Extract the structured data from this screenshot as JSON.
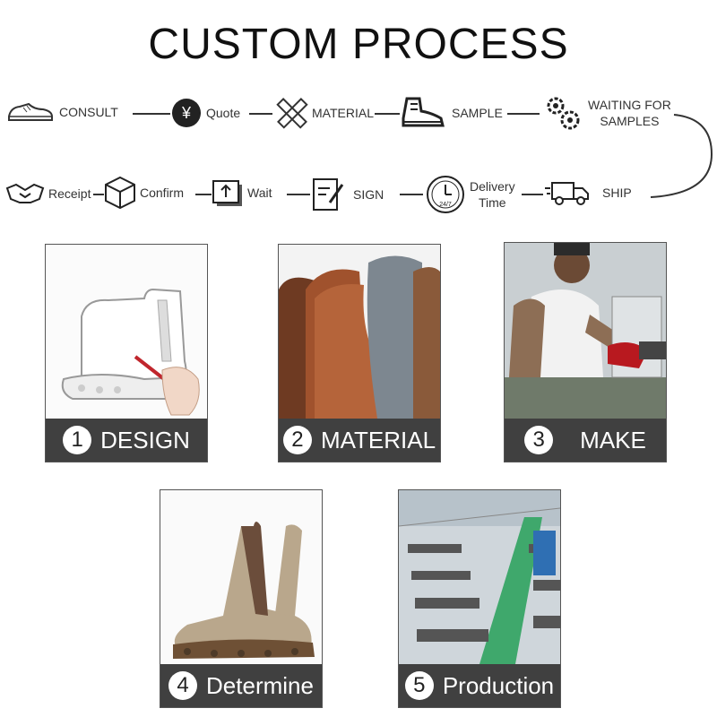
{
  "title": "CUSTOM PROCESS",
  "flow": {
    "row1": [
      {
        "label": "CONSULT",
        "icon": "sneaker-icon"
      },
      {
        "label": "Quote",
        "icon": "yen-coin-icon",
        "glyph": "¥"
      },
      {
        "label": "MATERIAL",
        "icon": "ruler-pencil-icon"
      },
      {
        "label": "SAMPLE",
        "icon": "high-top-shoe-icon"
      },
      {
        "label_line1": "WAITING FOR",
        "label_line2": "SAMPLES",
        "icon": "gears-icon"
      }
    ],
    "row2": [
      {
        "label": "Receipt",
        "icon": "handshake-icon"
      },
      {
        "label": "Confirm",
        "icon": "box-icon"
      },
      {
        "label": "Wait",
        "icon": "upload-icon"
      },
      {
        "label": "SIGN",
        "icon": "sign-document-icon"
      },
      {
        "label_line1": "Delivery",
        "label_line2": "Time",
        "icon": "clock-24-7-icon",
        "badge": "24/7"
      },
      {
        "label": "SHIP",
        "icon": "truck-icon"
      }
    ]
  },
  "cards": [
    {
      "num": "1",
      "label": "DESIGN",
      "scene": "boot-sketch"
    },
    {
      "num": "2",
      "label": "MATERIAL",
      "scene": "leather-swatches"
    },
    {
      "num": "3",
      "label": "MAKE",
      "scene": "worker-machine"
    },
    {
      "num": "4",
      "label": "Determine",
      "scene": "suede-boot"
    },
    {
      "num": "5",
      "label": "Production",
      "scene": "factory-floor"
    }
  ],
  "colors": {
    "bar": "#404040",
    "leather_brown": "#8a4a2a",
    "leather_gray": "#7d8790",
    "suede": "#b9a78c"
  }
}
